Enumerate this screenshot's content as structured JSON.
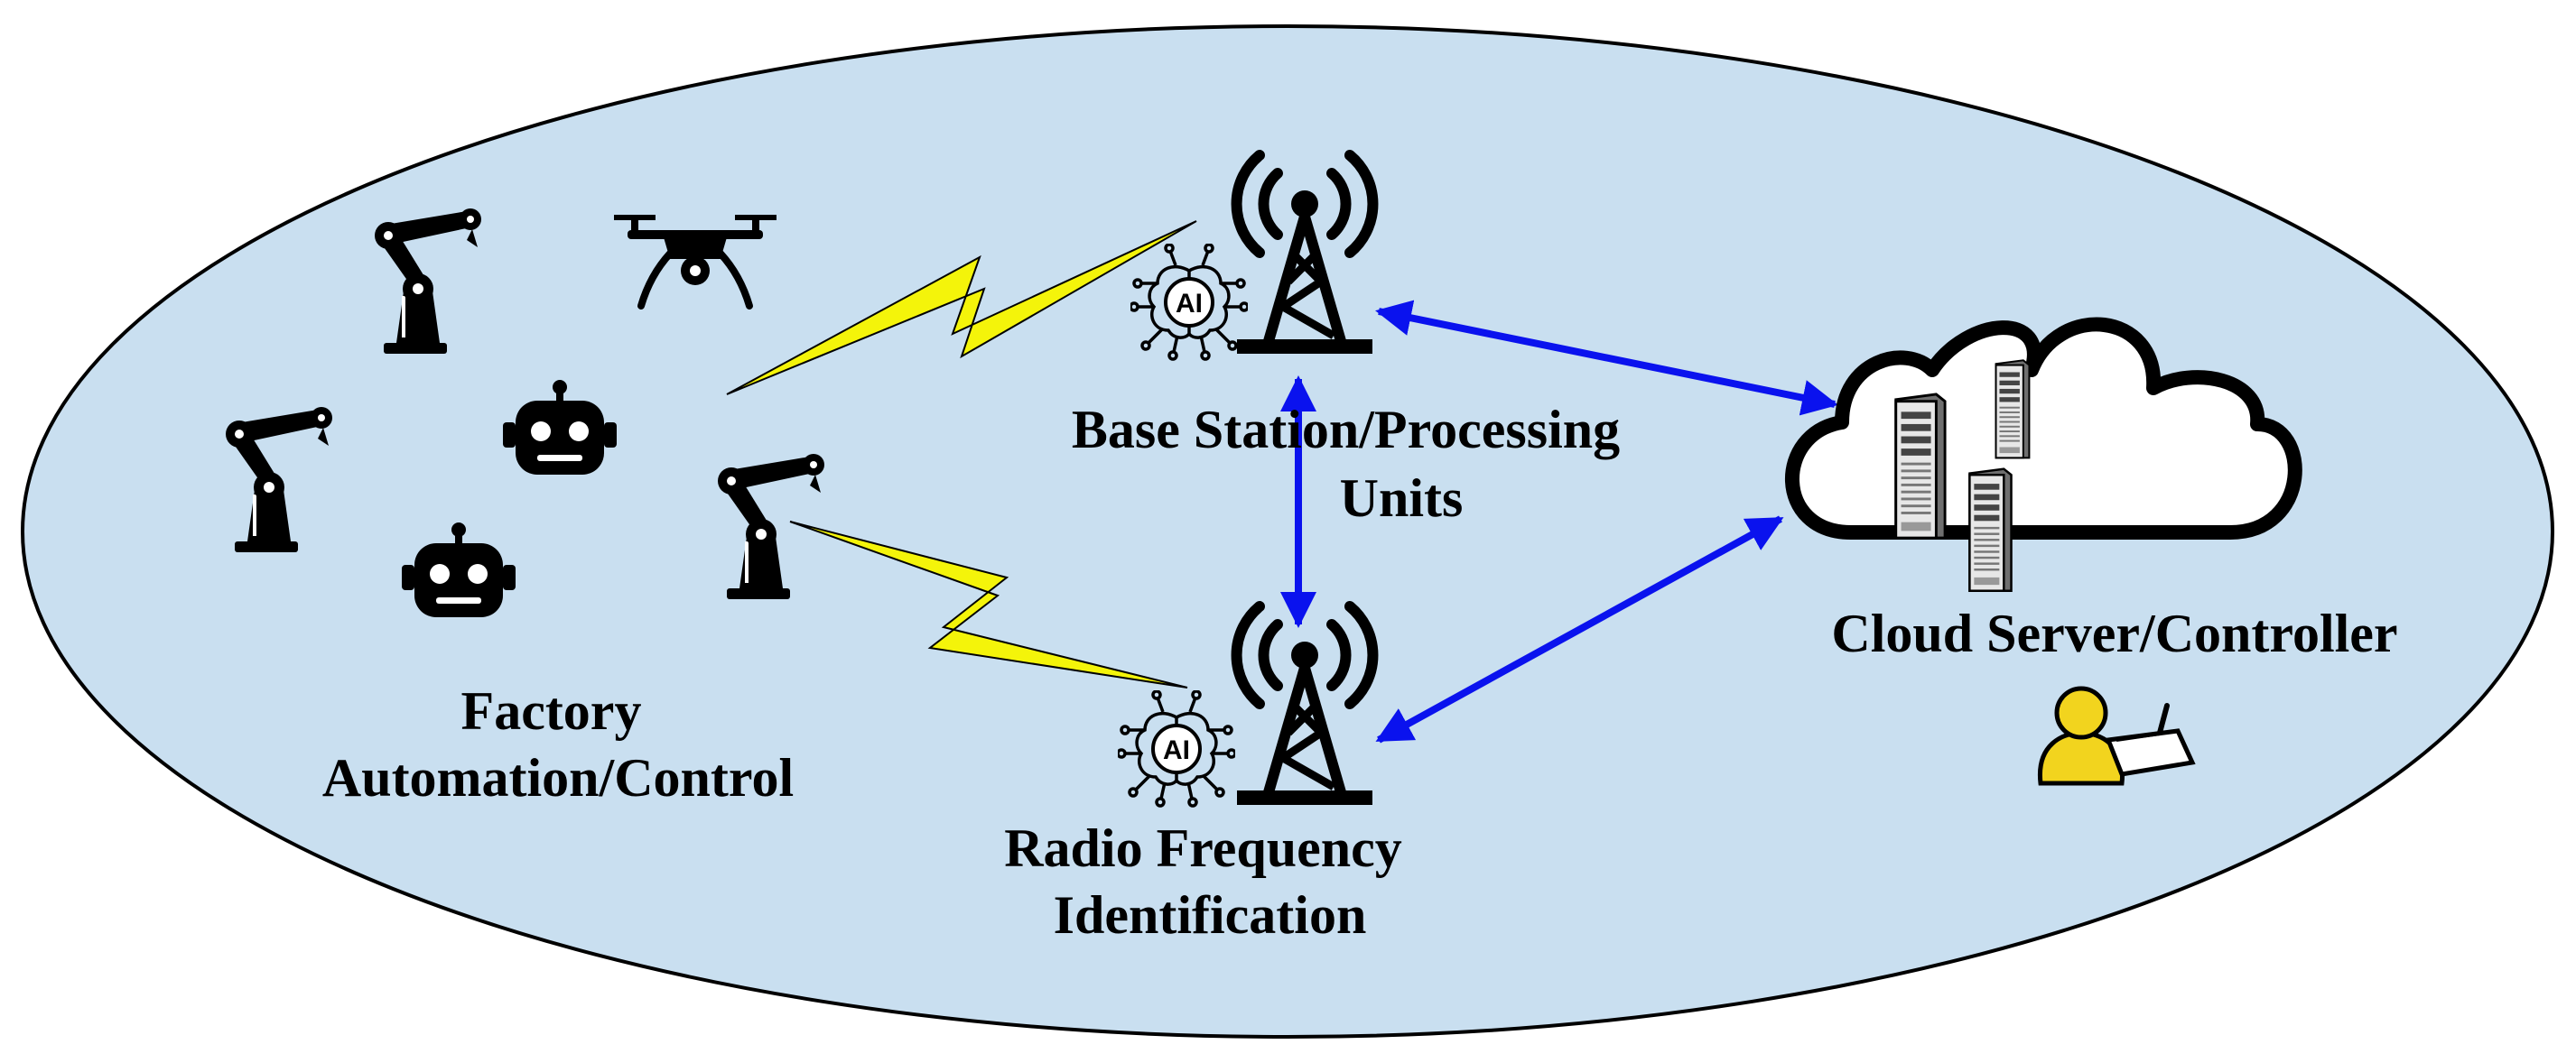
{
  "colors": {
    "background_ellipse": "#c9dff0",
    "outline": "#000000",
    "link_arrow": "#0a12ee",
    "lightning": "#f4f40a",
    "user_icon": "#f2d41e"
  },
  "labels": {
    "base_station": [
      "Base Station/Processing",
      "Units"
    ],
    "rfid": [
      "Radio Frequency",
      "Identification"
    ],
    "factory": [
      "Factory",
      "Automation/Control"
    ],
    "cloud": "Cloud Server/Controller",
    "ai": "AI"
  },
  "icons": {
    "robot_arm": "robot-arm-icon",
    "drone": "drone-icon",
    "robot": "robot-icon",
    "tower": "radio-tower-icon",
    "ai_brain": "ai-brain-icon",
    "cloud": "cloud-icon",
    "server": "server-icon",
    "user": "user-icon",
    "lightning": "wireless-link-icon"
  }
}
